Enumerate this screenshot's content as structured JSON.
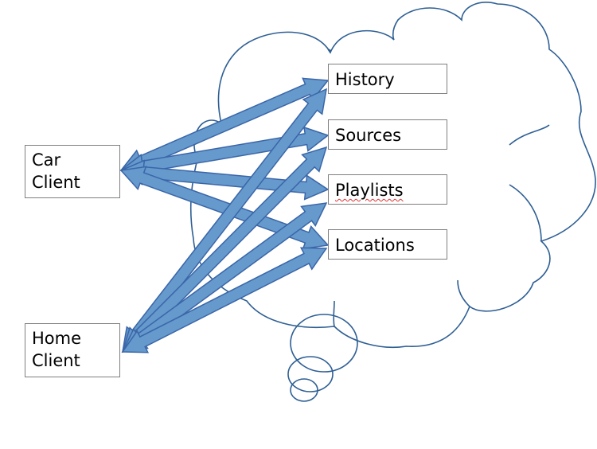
{
  "diagram": {
    "clients": [
      {
        "id": "car",
        "lines": [
          "Car",
          "Client"
        ]
      },
      {
        "id": "home",
        "lines": [
          "Home",
          "Client"
        ]
      }
    ],
    "services": [
      {
        "id": "history",
        "label": "History"
      },
      {
        "id": "sources",
        "label": "Sources"
      },
      {
        "id": "playlists",
        "label": "Playlists",
        "spellcheck_flag": true
      },
      {
        "id": "locations",
        "label": "Locations"
      }
    ],
    "connections": [
      {
        "from": "car",
        "to": "history",
        "bidirectional": true
      },
      {
        "from": "car",
        "to": "sources",
        "bidirectional": true
      },
      {
        "from": "car",
        "to": "playlists",
        "bidirectional": true
      },
      {
        "from": "car",
        "to": "locations",
        "bidirectional": true
      },
      {
        "from": "home",
        "to": "history",
        "bidirectional": true
      },
      {
        "from": "home",
        "to": "sources",
        "bidirectional": true
      },
      {
        "from": "home",
        "to": "playlists",
        "bidirectional": true
      },
      {
        "from": "home",
        "to": "locations",
        "bidirectional": true
      }
    ],
    "cloud_shape": "thought-bubble",
    "colors": {
      "arrow_fill": "#6699cc",
      "arrow_stroke": "#3a66a8",
      "cloud_stroke": "#2e5f94",
      "box_border": "#7f7f7f"
    }
  }
}
